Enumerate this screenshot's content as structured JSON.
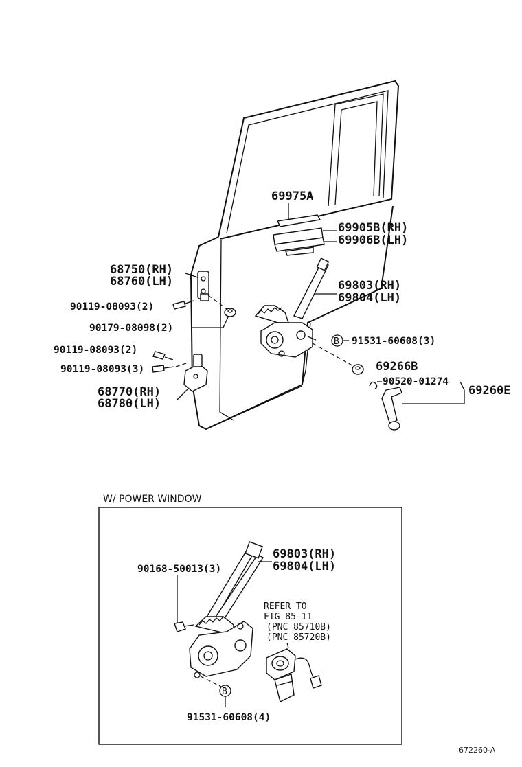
{
  "callouts": {
    "p69975A": "69975A",
    "p69905B": "69905B(RH)",
    "p69906B": "69906B(LH)",
    "p68750": "68750(RH)",
    "p68760": "68760(LH)",
    "p90119a": "90119-08093(2)",
    "p90179": "90179-08098(2)",
    "p69803": "69803(RH)",
    "p69804": "69804(LH)",
    "p91531": "91531-60608(3)",
    "p90119b": "90119-08093(2)",
    "p90119c": "90119-08093(3)",
    "p69266B": "69266B",
    "p90520": "90520-01274",
    "p69260E": "69260E",
    "p68770": "68770(RH)",
    "p68780": "68780(LH)"
  },
  "power_window": {
    "caption": "W/ POWER WINDOW",
    "p69803": "69803(RH)",
    "p69804": "69804(LH)",
    "p90168": "90168-50013(3)",
    "refer1": "REFER TO",
    "refer2": "FIG 85-11",
    "pnc1": "(PNC 85710B)",
    "pnc2": "(PNC 85720B)",
    "p91531": "91531-60608(4)"
  },
  "marker_letter": "B",
  "figure_id": "672260-A"
}
